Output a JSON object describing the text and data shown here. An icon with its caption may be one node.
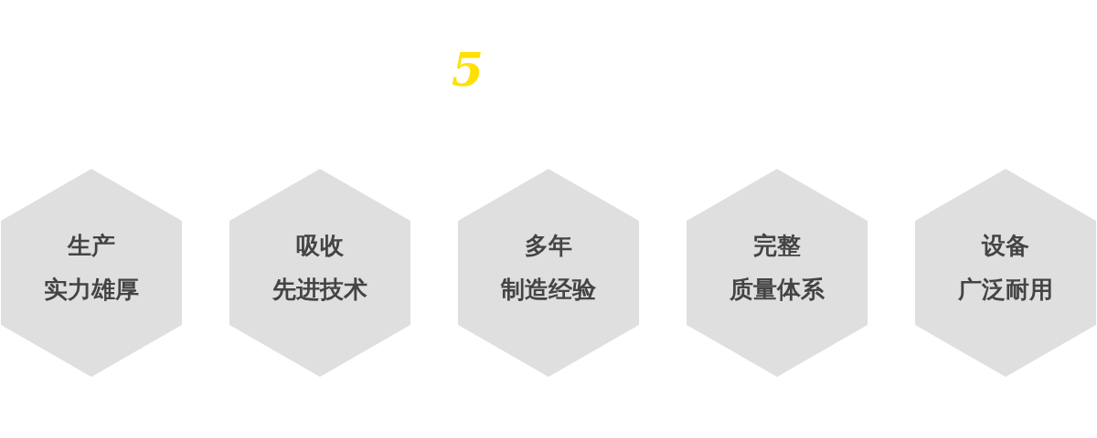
{
  "diagram": {
    "labels": [
      "5"
    ],
    "nodes": [
      {
        "text": [
          "生产",
          "实力雄厚"
        ]
      },
      {
        "text": [
          "吸收",
          "先进技术"
        ]
      },
      {
        "text": [
          "多年",
          "制造经验"
        ]
      },
      {
        "text": [
          "完整",
          "质量体系"
        ]
      },
      {
        "text": [
          "设备",
          "广泛耐用"
        ]
      }
    ]
  }
}
